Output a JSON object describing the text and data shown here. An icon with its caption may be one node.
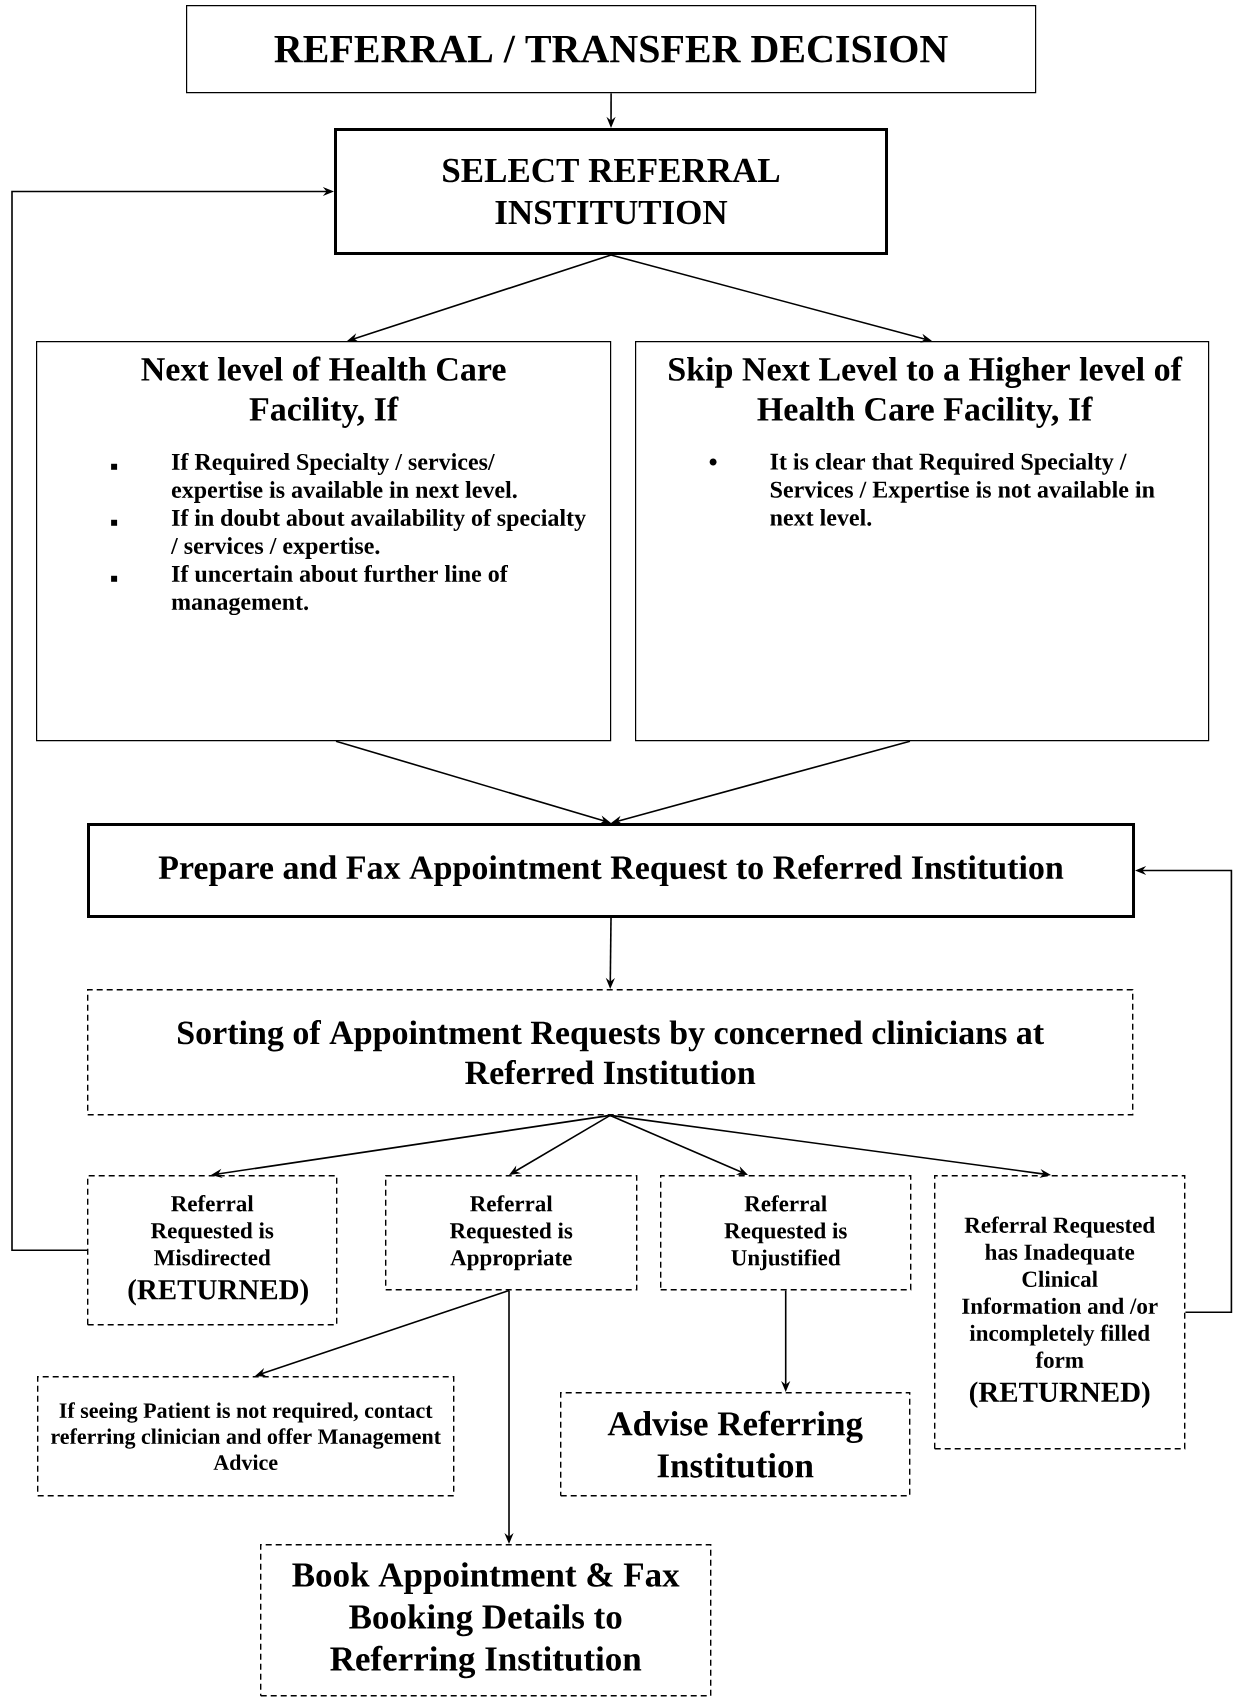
{
  "diagram": {
    "nodes": [
      {
        "text": [
          "REFERRAL / TRANSFER DECISION"
        ]
      },
      {
        "text": [
          "SELECT REFERRAL INSTITUTION"
        ]
      },
      {
        "text": [
          "Next level of Health Care Facility, If",
          "If Required Specialty / services/ expertise is available in next level.",
          "If in doubt about availability of specialty / services / expertise.",
          "If uncertain about further line of management."
        ]
      },
      {
        "text": [
          "Skip Next Level to a Higher level of Health Care Facility, If",
          "It is clear that Required Specialty / Services / Expertise is not available in next level."
        ]
      },
      {
        "text": [
          "Prepare and Fax Appointment Request to Referred Institution"
        ]
      },
      {
        "text": [
          "Sorting of Appointment Requests by concerned clinicians at Referred Institution"
        ]
      },
      {
        "text": [
          "Referral Requested is Misdirected",
          "(RETURNED)"
        ]
      },
      {
        "text": [
          "Referral Requested is Appropriate"
        ]
      },
      {
        "text": [
          "Referral Requested is Unjustified"
        ]
      },
      {
        "text": [
          "Referral Requested has Inadequate Clinical Information and /or incompletely filled form",
          "(RETURNED)"
        ]
      },
      {
        "text": [
          "If seeing Patient is not required, contact referring clinician and offer Management Advice"
        ]
      },
      {
        "text": [
          "Advise Referring Institution"
        ]
      },
      {
        "text": [
          "Book Appointment & Fax Booking Details to Referring Institution"
        ]
      }
    ],
    "edges": [
      {
        "from": 0,
        "to": 1,
        "arrow": "to"
      },
      {
        "from": 1,
        "to": 2,
        "arrow": "to"
      },
      {
        "from": 1,
        "to": 3,
        "arrow": "to"
      },
      {
        "from": 2,
        "to": 4,
        "arrow": "to"
      },
      {
        "from": 3,
        "to": 4,
        "arrow": "to"
      },
      {
        "from": 4,
        "to": 5,
        "arrow": "to"
      },
      {
        "from": 5,
        "to": 6,
        "arrow": "to"
      },
      {
        "from": 5,
        "to": 7,
        "arrow": "to"
      },
      {
        "from": 5,
        "to": 8,
        "arrow": "to"
      },
      {
        "from": 5,
        "to": 9,
        "arrow": "to"
      },
      {
        "from": 6,
        "to": 1,
        "arrow": "to"
      },
      {
        "from": 9,
        "to": 4,
        "arrow": "to"
      },
      {
        "from": 7,
        "to": 10,
        "arrow": "to"
      },
      {
        "from": 7,
        "to": 12,
        "arrow": "to"
      },
      {
        "from": 8,
        "to": 11,
        "arrow": "to"
      }
    ]
  }
}
